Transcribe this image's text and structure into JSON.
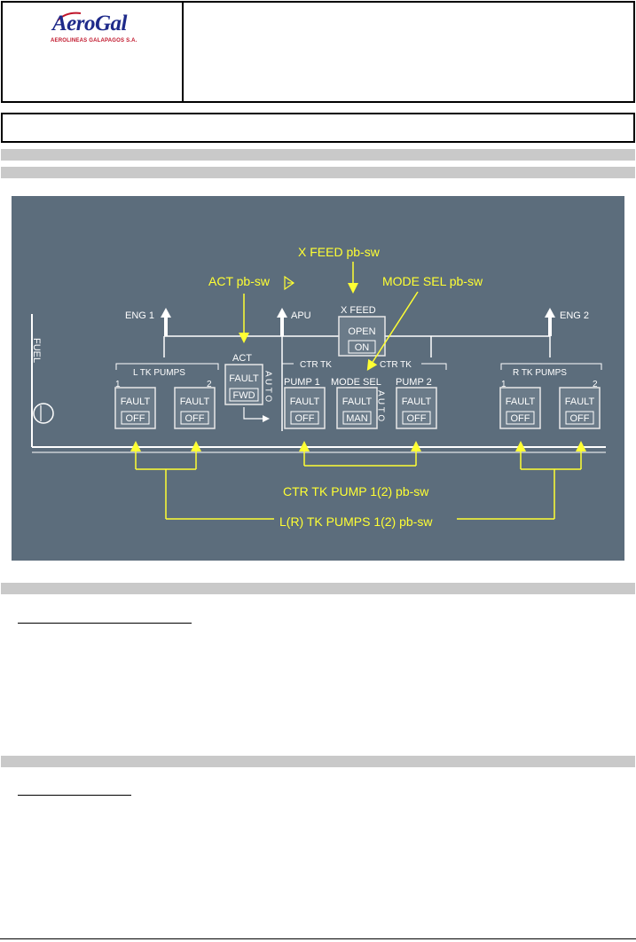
{
  "logo": {
    "name": "AeroGal",
    "tagline": "AEROLINEAS GALAPAGOS S.A."
  },
  "colors": {
    "panel": "#5c6d7c",
    "annotation": "#ffff33",
    "label": "#ffffff",
    "section_bar": "#c9c9c9"
  },
  "panel": {
    "fuel_label": "FUEL",
    "eng1": "ENG 1",
    "eng2": "ENG 2",
    "apu": "APU",
    "act_title": "ACT",
    "xfeed_title": "X FEED",
    "l_tk_pumps": "L   TK   PUMPS",
    "r_tk_pumps": "R   TK   PUMPS",
    "ctr_tk_left": "CTR TK",
    "ctr_tk_right": "CTR TK",
    "pump1": "PUMP 1",
    "mode_sel": "MODE SEL",
    "pump2": "PUMP 2",
    "num1": "1",
    "num2": "2",
    "auto": "A U T O",
    "fault": "FAULT",
    "off": "OFF",
    "fwd": "FWD",
    "open": "OPEN",
    "on": "ON",
    "man": "MAN"
  },
  "annotations": {
    "xfeed": "X FEED pb-sw",
    "act": "ACT pb-sw",
    "mode_sel": "MODE SEL pb-sw",
    "ctr_pump": "CTR TK PUMP 1(2) pb-sw",
    "tk_pumps": "L(R) TK PUMPS 1(2) pb-sw"
  }
}
